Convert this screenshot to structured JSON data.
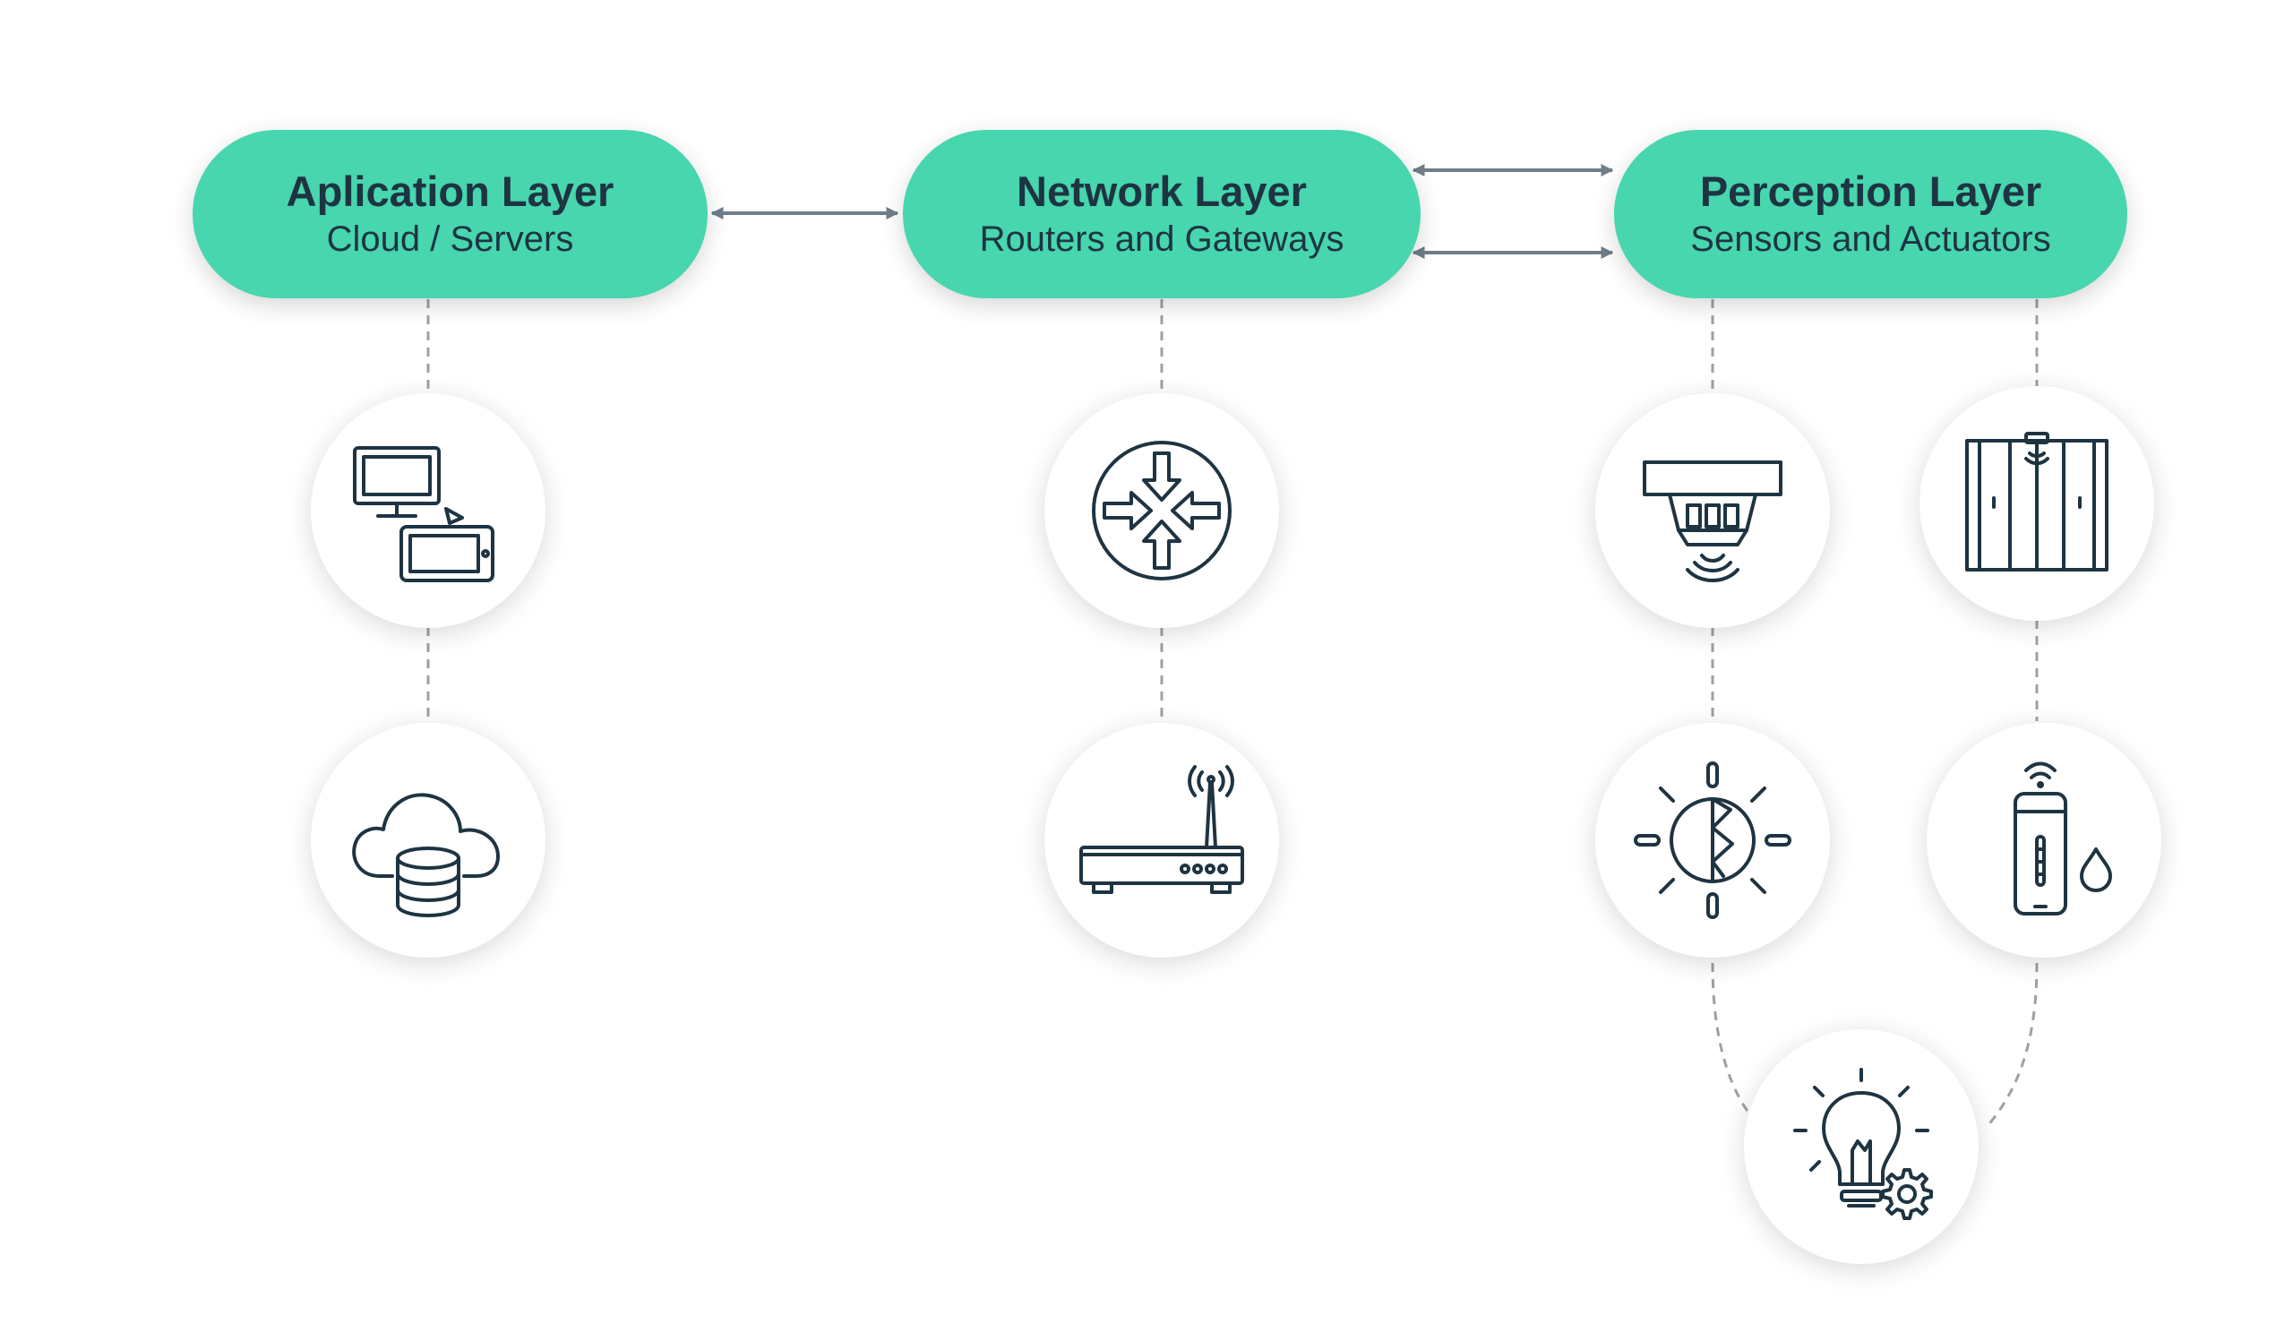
{
  "colors": {
    "accent": "#47d6ae",
    "text": "#1e3442",
    "icon": "#1e3442",
    "connector": "#9aa2a8",
    "arrow": "#6f7e8a"
  },
  "layers": {
    "application": {
      "title": "Aplication Layer",
      "subtitle": "Cloud / Servers"
    },
    "network": {
      "title": "Network Layer",
      "subtitle": "Routers and Gateways"
    },
    "perception": {
      "title": "Perception Layer",
      "subtitle": "Sensors and Actuators"
    }
  },
  "nodes": [
    {
      "layer": "application",
      "icon": "computer-and-tablet-icon"
    },
    {
      "layer": "application",
      "icon": "cloud-database-icon"
    },
    {
      "layer": "network",
      "icon": "router-icon"
    },
    {
      "layer": "network",
      "icon": "wifi-gateway-icon"
    },
    {
      "layer": "perception",
      "icon": "smoke-detector-icon"
    },
    {
      "layer": "perception",
      "icon": "light-sensor-icon"
    },
    {
      "layer": "perception",
      "icon": "elevator-door-icon"
    },
    {
      "layer": "perception",
      "icon": "humidity-sensor-icon"
    },
    {
      "layer": "perception",
      "icon": "smart-bulb-icon"
    }
  ]
}
